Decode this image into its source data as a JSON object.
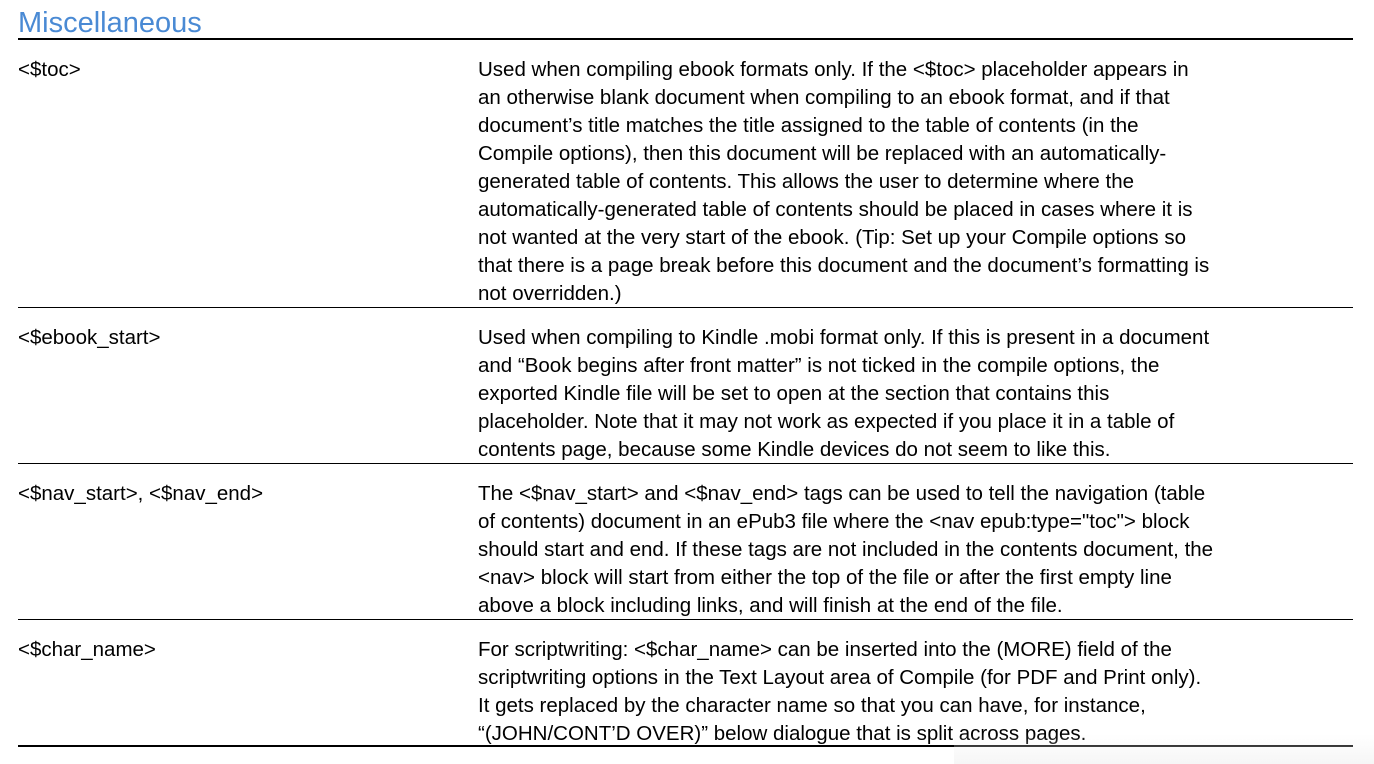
{
  "section": {
    "title": "Miscellaneous"
  },
  "rows": [
    {
      "term": "<$toc>",
      "lines": [
        "Used when compiling ebook formats only. If the <$toc> placeholder appears in",
        "an otherwise blank document when compiling to an ebook format, and if that",
        "document’s title matches the title assigned to the table of contents (in the",
        "Compile options), then this document will be replaced with an automatically-",
        "generated table of contents. This allows the user to determine where the",
        "automatically-generated table of contents should be placed in cases where it is",
        "not wanted at the very start of the ebook. (Tip: Set up your Compile options so",
        "that there is a page break before this document and the document’s formatting is",
        "not overridden.)"
      ]
    },
    {
      "term": "<$ebook_start>",
      "lines": [
        "Used when compiling to Kindle .mobi format only. If this is present in a document",
        "and “Book begins after front matter” is not ticked in the compile options, the",
        "exported Kindle file will be set to open at the section that contains this",
        "placeholder. Note that it may not work as expected if you place it in a table of",
        "contents page, because some Kindle devices do not seem to like this."
      ]
    },
    {
      "term": "<$nav_start>, <$nav_end>",
      "lines": [
        "The <$nav_start> and <$nav_end> tags can be used to tell the navigation (table",
        "of contents) document in an ePub3 file where the <nav epub:type=\"toc\"> block",
        "should start and end. If these tags are not included in the contents document, the",
        "<nav> block will start from either the top of the file or after the first empty line",
        "above a block including links, and will finish at the end of the file."
      ]
    },
    {
      "term": "<$char_name>",
      "lines": [
        "For scriptwriting: <$char_name> can be inserted into the (MORE) field of the",
        "scriptwriting options in the Text Layout area of Compile (for PDF and Print only).",
        "It gets replaced by the character name so that you can have, for instance,",
        "“(JOHN/CONT’D OVER)” below dialogue that is split across pages."
      ]
    }
  ]
}
